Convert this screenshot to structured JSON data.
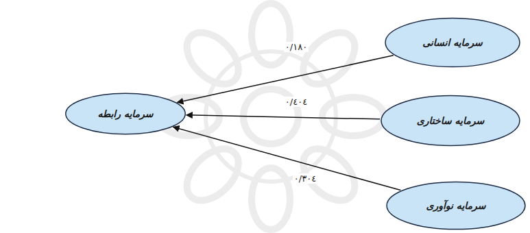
{
  "diagram": {
    "nodes": [
      {
        "text": [
          "سرمایه انسانی"
        ]
      },
      {
        "text": [
          "سرمایه ساختاری"
        ]
      },
      {
        "text": [
          "سرمایه نوآوری"
        ]
      },
      {
        "text": [
          "سرمایه رابطه"
        ]
      }
    ],
    "edges": [
      {
        "from": 0,
        "to": 3,
        "arrow": "to",
        "label": "٠/١٨٠"
      },
      {
        "from": 1,
        "to": 3,
        "arrow": "to",
        "label": "٠/٤٠٤"
      },
      {
        "from": 2,
        "to": 3,
        "arrow": "to",
        "label": "٠/٣٠٤"
      }
    ]
  }
}
